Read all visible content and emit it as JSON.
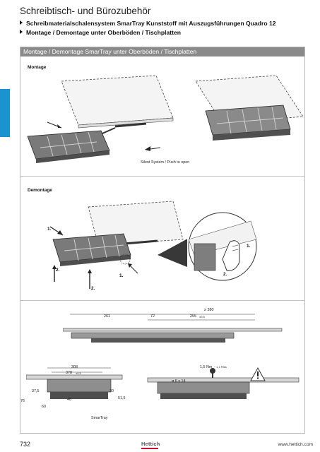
{
  "header": {
    "title": "Schreibtisch- und Bürozubehör",
    "breadcrumb_1": "Schreibmaterialschalensystem SmarTray Kunststoff mit Auszugsführungen Quadro 12",
    "breadcrumb_2": "Montage / Demontage unter Oberböden / Tischplatten"
  },
  "panel": {
    "title": "Montage / Demontage SmarTray unter Oberböden / Tischplatten",
    "montage_label": "Montage",
    "montage_caption": "Silent System / Push to open",
    "demontage_label": "Demontage",
    "step_1": "1.",
    "step_2": "2.",
    "dimensions": {
      "d_3380": "≥ 380",
      "d_261": "261",
      "d_72": "72",
      "d_255": "255",
      "d_255_tol": "±0,5",
      "d_308": "308",
      "d_378": "378",
      "d_378_tol": "±0,5",
      "d_37_5": "37,5",
      "d_76": "76",
      "d_60": "60",
      "d_40": "40",
      "d_30": "30",
      "d_51_5": "51,5",
      "screw": "ø 6 x 14",
      "torque": "1,5 Nm",
      "torque_sub": "~ 1,1 Ftlbs",
      "smartray": "SmarTray"
    }
  },
  "footer": {
    "page_number": "732",
    "brand": "Hettich",
    "url": "www.hettich.com"
  },
  "colors": {
    "accent_tab": "#1b93d1",
    "panel_bar": "#8a8a8a",
    "brand_red": "#c8102e"
  }
}
